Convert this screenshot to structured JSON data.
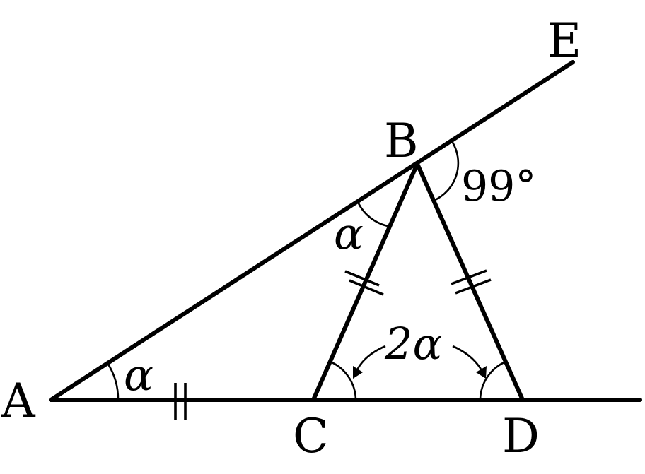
{
  "points": {
    "A": "A",
    "B": "B",
    "C": "C",
    "D": "D",
    "E": "E"
  },
  "angles": {
    "at_A": "α",
    "at_B": "α",
    "exterior_B": "99°",
    "at_C_and_D": "2α"
  },
  "colors": {
    "line": "#000000",
    "background": "#ffffff"
  }
}
